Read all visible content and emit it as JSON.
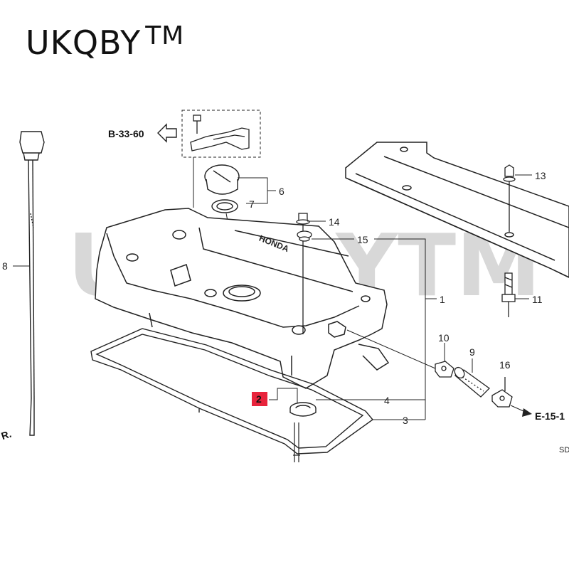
{
  "brand": {
    "name": "UKQBY",
    "mark": "TM"
  },
  "watermark": "UKQBYTM",
  "references": {
    "top_ref": "B-33-60",
    "right_ref": "E-15-1",
    "corner_code": "SD",
    "left_edge": "R."
  },
  "callouts": {
    "c1": "1",
    "c2": "2",
    "c3": "3",
    "c4": "4",
    "c6": "6",
    "c7": "7",
    "c8": "8",
    "c9": "9",
    "c10": "10",
    "c11": "11",
    "c13": "13",
    "c14": "14",
    "c15": "15",
    "c16": "16"
  },
  "cover_text": "HONDA",
  "colors": {
    "highlight": "#e8243c",
    "line": "#222222",
    "watermark": "#d8d8d8"
  },
  "icons": {
    "arrow_left": "arrow-left-icon",
    "arrow_right": "arrow-right-icon"
  }
}
